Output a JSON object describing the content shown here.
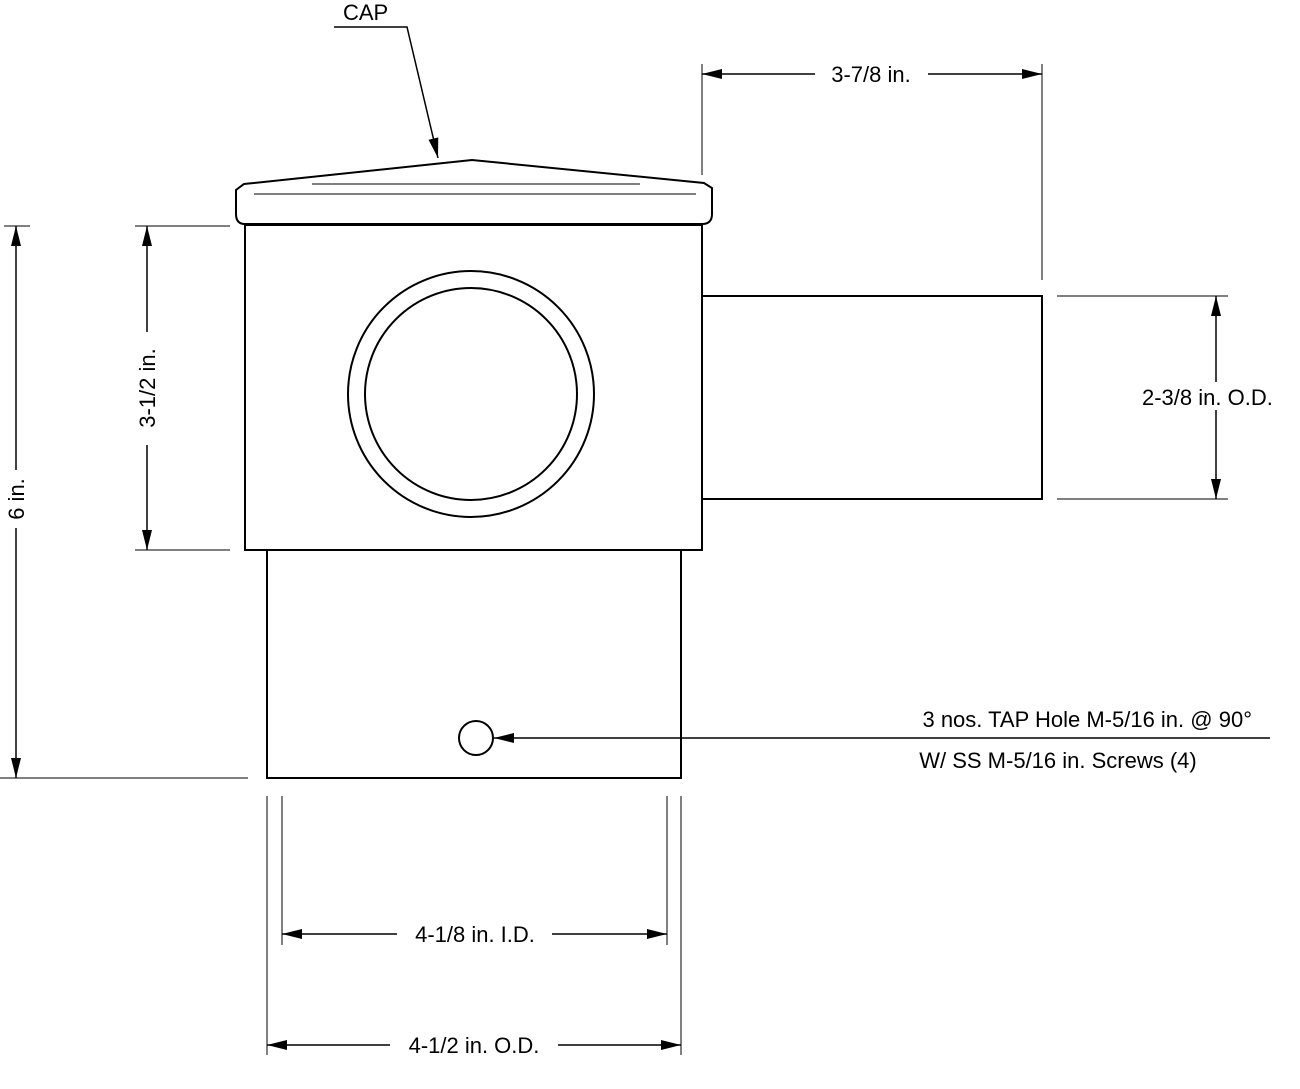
{
  "labels": {
    "cap": "CAP",
    "side_pipe_length": "3-7/8 in.",
    "side_pipe_od": "2-3/8 in. O.D.",
    "body_height": "3-1/2 in.",
    "total_height": "6 in.",
    "tap_hole": "3 nos. TAP Hole M-5/16 in. @ 90°",
    "screws": "W/ SS M-5/16 in. Screws (4)",
    "inner_diameter": "4-1/8 in. I.D.",
    "outer_diameter": "4-1/2 in. O.D."
  }
}
